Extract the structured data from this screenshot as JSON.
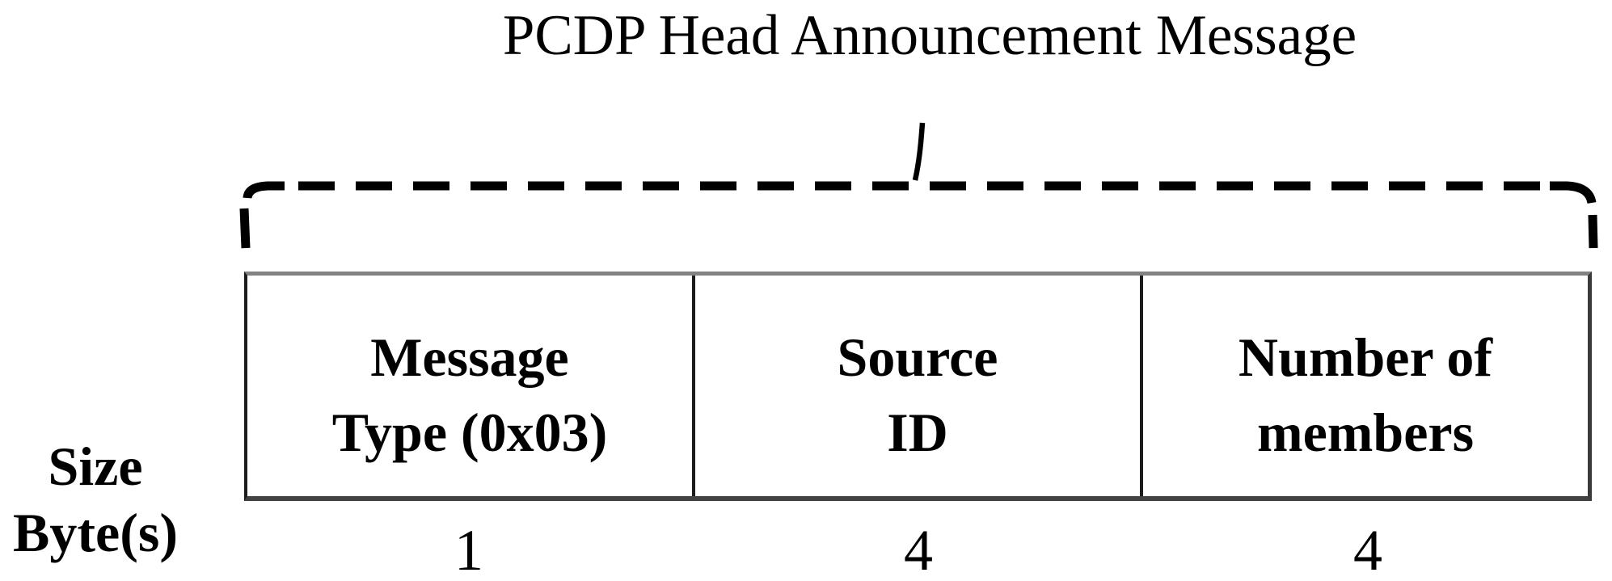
{
  "figure": {
    "title": "PCDP Head Announcement Message",
    "size_axis": {
      "line1": "Size",
      "line2": "Byte(s)"
    },
    "fields": [
      {
        "line1": "Message",
        "line2": "Type (0x03)",
        "bytes": "1"
      },
      {
        "line1": "Source",
        "line2": "ID",
        "bytes": "4"
      },
      {
        "line1": "Number of",
        "line2": "members",
        "bytes": "4"
      }
    ],
    "colors": {
      "text": "#000000",
      "brace": "#000000",
      "border_top": "#828282",
      "border_bottom": "#424242",
      "border_vertical": "#1c1c1c"
    }
  }
}
